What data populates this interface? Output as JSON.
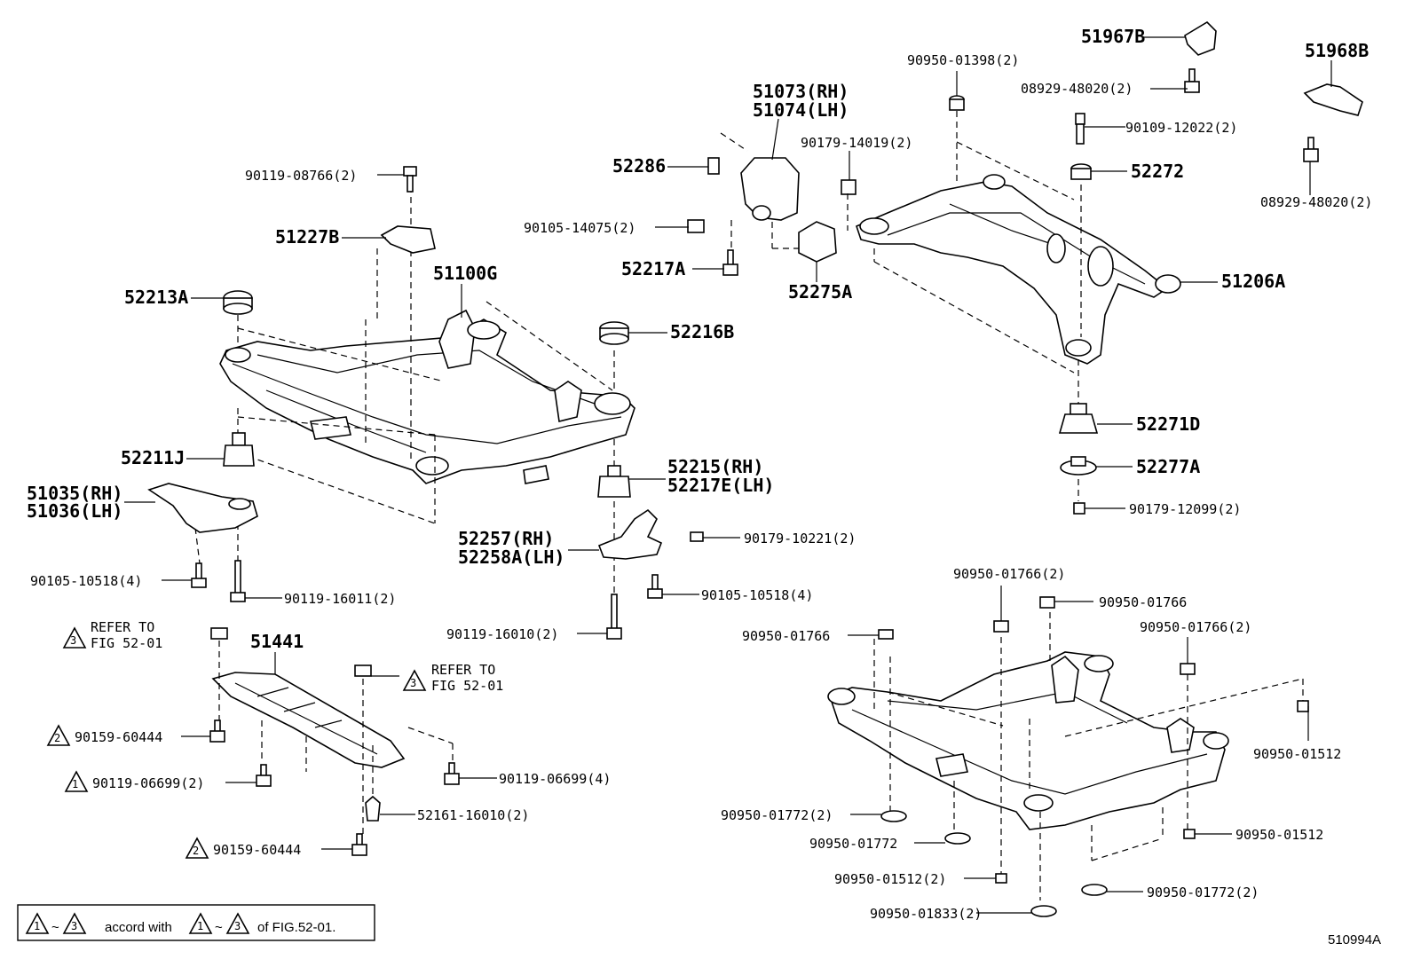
{
  "figure_code": "510994A",
  "footnote": {
    "range_a": "1",
    "range_b": "3",
    "text_mid": "accord with",
    "text_end": "of FIG.52-01."
  },
  "refer_notes": [
    {
      "id": "refer-1",
      "mark": "3",
      "line1": "REFER TO",
      "line2": "FIG 52-01"
    },
    {
      "id": "refer-2",
      "mark": "3",
      "line1": "REFER TO",
      "line2": "FIG 52-01"
    }
  ],
  "labels": [
    {
      "id": "p51967b",
      "text": "51967B",
      "size": "big"
    },
    {
      "id": "p51968b",
      "text": "51968B",
      "size": "big"
    },
    {
      "id": "p90950-01398",
      "text": "90950-01398(2)",
      "size": "sm"
    },
    {
      "id": "p08929-48020-a",
      "text": "08929-48020(2)",
      "size": "sm"
    },
    {
      "id": "p90109-12022",
      "text": "90109-12022(2)",
      "size": "sm"
    },
    {
      "id": "p08929-48020-b",
      "text": "08929-48020(2)",
      "size": "sm"
    },
    {
      "id": "p51073",
      "text": "51073(RH)",
      "size": "big"
    },
    {
      "id": "p51074",
      "text": "51074(LH)",
      "size": "big"
    },
    {
      "id": "p90179-14019",
      "text": "90179-14019(2)",
      "size": "sm"
    },
    {
      "id": "p52286",
      "text": "52286",
      "size": "big"
    },
    {
      "id": "p90105-14075",
      "text": "90105-14075(2)",
      "size": "sm"
    },
    {
      "id": "p52217a",
      "text": "52217A",
      "size": "big"
    },
    {
      "id": "p52275a",
      "text": "52275A",
      "size": "big"
    },
    {
      "id": "p52272",
      "text": "52272",
      "size": "big"
    },
    {
      "id": "p51206a",
      "text": "51206A",
      "size": "big"
    },
    {
      "id": "p90119-08766",
      "text": "90119-08766(2)",
      "size": "sm"
    },
    {
      "id": "p51227b",
      "text": "51227B",
      "size": "big"
    },
    {
      "id": "p51100g",
      "text": "51100G",
      "size": "big"
    },
    {
      "id": "p52213a",
      "text": "52213A",
      "size": "big"
    },
    {
      "id": "p52216b",
      "text": "52216B",
      "size": "big"
    },
    {
      "id": "p52211j",
      "text": "52211J",
      "size": "big"
    },
    {
      "id": "p51035",
      "text": "51035(RH)",
      "size": "big"
    },
    {
      "id": "p51036",
      "text": "51036(LH)",
      "size": "big"
    },
    {
      "id": "p52215",
      "text": "52215(RH)",
      "size": "big"
    },
    {
      "id": "p52217e",
      "text": "52217E(LH)",
      "size": "big"
    },
    {
      "id": "p52257",
      "text": "52257(RH)",
      "size": "big"
    },
    {
      "id": "p52258a",
      "text": "52258A(LH)",
      "size": "big"
    },
    {
      "id": "p90179-10221",
      "text": "90179-10221(2)",
      "size": "sm"
    },
    {
      "id": "p52271d",
      "text": "52271D",
      "size": "big"
    },
    {
      "id": "p52277a",
      "text": "52277A",
      "size": "big"
    },
    {
      "id": "p90179-12099",
      "text": "90179-12099(2)",
      "size": "sm"
    },
    {
      "id": "p90105-10518-a",
      "text": "90105-10518(4)",
      "size": "sm"
    },
    {
      "id": "p90119-16011",
      "text": "90119-16011(2)",
      "size": "sm"
    },
    {
      "id": "p90105-10518-b",
      "text": "90105-10518(4)",
      "size": "sm"
    },
    {
      "id": "p90119-16010",
      "text": "90119-16010(2)",
      "size": "sm"
    },
    {
      "id": "p51441",
      "text": "51441",
      "size": "big"
    },
    {
      "id": "p90159-60444-a",
      "text": "90159-60444",
      "size": "sm"
    },
    {
      "id": "p90119-06699-a",
      "text": "90119-06699(2)",
      "size": "sm"
    },
    {
      "id": "p90119-06699-b",
      "text": "90119-06699(4)",
      "size": "sm"
    },
    {
      "id": "p52161-16010",
      "text": "52161-16010(2)",
      "size": "sm"
    },
    {
      "id": "p90159-60444-b",
      "text": "90159-60444",
      "size": "sm"
    },
    {
      "id": "p90950-01766-a",
      "text": "90950-01766(2)",
      "size": "sm"
    },
    {
      "id": "p90950-01766-b",
      "text": "90950-01766",
      "size": "sm"
    },
    {
      "id": "p90950-01766-c",
      "text": "90950-01766",
      "size": "sm"
    },
    {
      "id": "p90950-01766-d",
      "text": "90950-01766(2)",
      "size": "sm"
    },
    {
      "id": "p90950-01512-a",
      "text": "90950-01512",
      "size": "sm"
    },
    {
      "id": "p90950-01772-a",
      "text": "90950-01772(2)",
      "size": "sm"
    },
    {
      "id": "p90950-01772-b",
      "text": "90950-01772",
      "size": "sm"
    },
    {
      "id": "p90950-01512-b",
      "text": "90950-01512",
      "size": "sm"
    },
    {
      "id": "p90950-01512-c",
      "text": "90950-01512(2)",
      "size": "sm"
    },
    {
      "id": "p90950-01772-c",
      "text": "90950-01772(2)",
      "size": "sm"
    },
    {
      "id": "p90950-01833",
      "text": "90950-01833(2)",
      "size": "sm"
    }
  ],
  "warning_marks": [
    {
      "id": "w-90159-a",
      "mark": "2"
    },
    {
      "id": "w-90119-a",
      "mark": "1"
    },
    {
      "id": "w-90159-b",
      "mark": "2"
    }
  ]
}
